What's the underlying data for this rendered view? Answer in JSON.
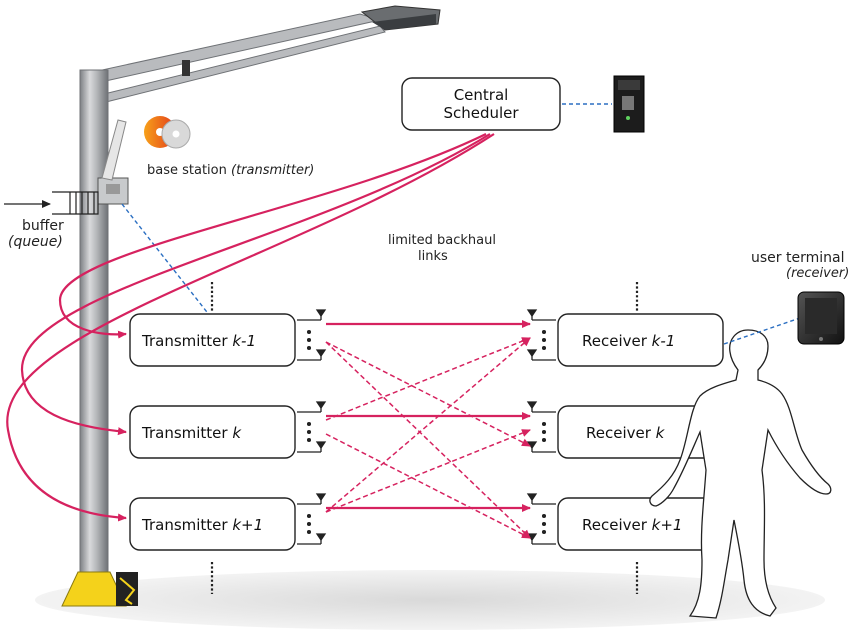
{
  "central_scheduler": {
    "line1": "Central",
    "line2": "Scheduler"
  },
  "base_station": {
    "label": "base station ",
    "label_italic": "(transmitter)"
  },
  "buffer": {
    "label": "buffer",
    "label_italic": "(queue)"
  },
  "backhaul": {
    "line1": "limited backhaul",
    "line2": "links"
  },
  "user_terminal": {
    "label": "user terminal",
    "label_italic": "(receiver)"
  },
  "transmitters": [
    {
      "label": "Transmitter ",
      "index": "k-1"
    },
    {
      "label": "Transmitter ",
      "index": "k"
    },
    {
      "label": "Transmitter ",
      "index": "k+1"
    }
  ],
  "receivers": [
    {
      "label": "Receiver ",
      "index": "k-1"
    },
    {
      "label": "Receiver ",
      "index": "k"
    },
    {
      "label": "Receiver ",
      "index": "k+1"
    }
  ],
  "colors": {
    "link": "#d6225f",
    "pole": "#a6a8ab",
    "ground": "#e4e4e4",
    "base": "#f4d21b",
    "dashed_wire": "#2b6fc2"
  }
}
